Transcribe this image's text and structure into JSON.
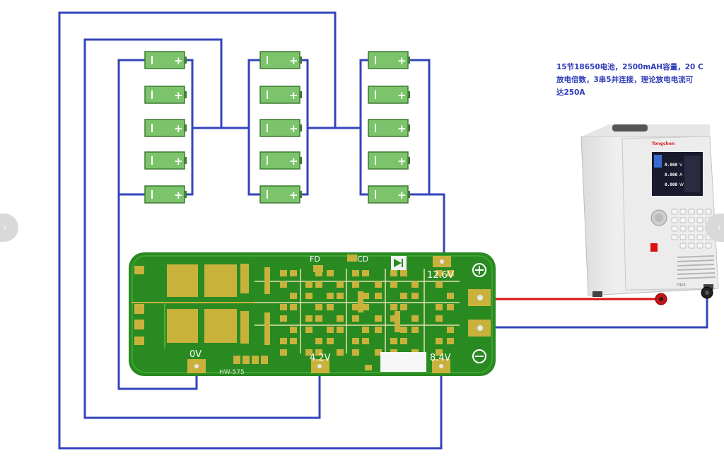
{
  "description": {
    "line1": "15节18650电池，2500mAH容量，20 C",
    "line2": "放电倍数，3串5并连接，理论放电电流可",
    "line3": "达250A"
  },
  "board": {
    "label_fd": "FD",
    "label_cd": "CD",
    "label_12v6": "12.6V",
    "label_0v": "0V",
    "label_4v2": "4.2V",
    "label_8v4": "8.4V",
    "model": "HW-575",
    "plus_symbol": "+",
    "minus_symbol": "−"
  },
  "battery": {
    "plus_symbol": "+"
  },
  "load": {
    "brand": "Tongchen",
    "readout_1": "0.000",
    "readout_2": "0.000",
    "readout_3": "0.000",
    "unit_1": "V",
    "unit_2": "A",
    "unit_3": "W",
    "input_label": "Input"
  },
  "colors": {
    "wire": "#3344bb",
    "red_wire": "#dd1111",
    "pcb": "#2a8a22",
    "pad": "#c8b23c",
    "cell": "#7cc46b"
  },
  "icons": {
    "nav_left": "chevron-left-icon",
    "nav_right": "chevron-right-icon"
  }
}
